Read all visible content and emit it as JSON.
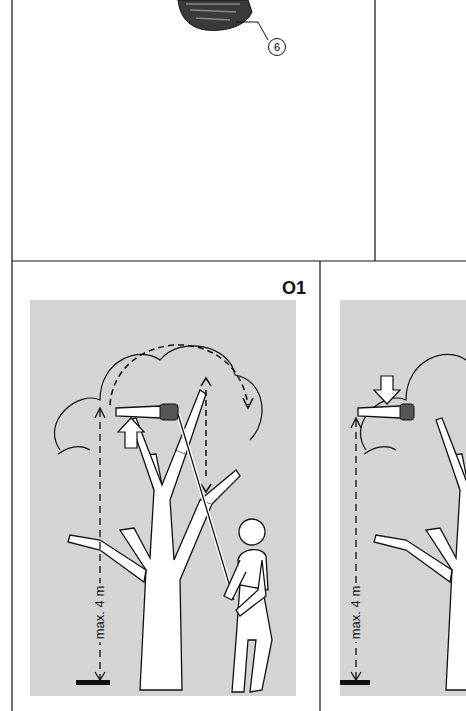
{
  "diagram": {
    "nodes": [
      {
        "text": [
          "6"
        ]
      }
    ],
    "labels": [
      "O1",
      "max. 4 m",
      "max. 4 m"
    ]
  }
}
